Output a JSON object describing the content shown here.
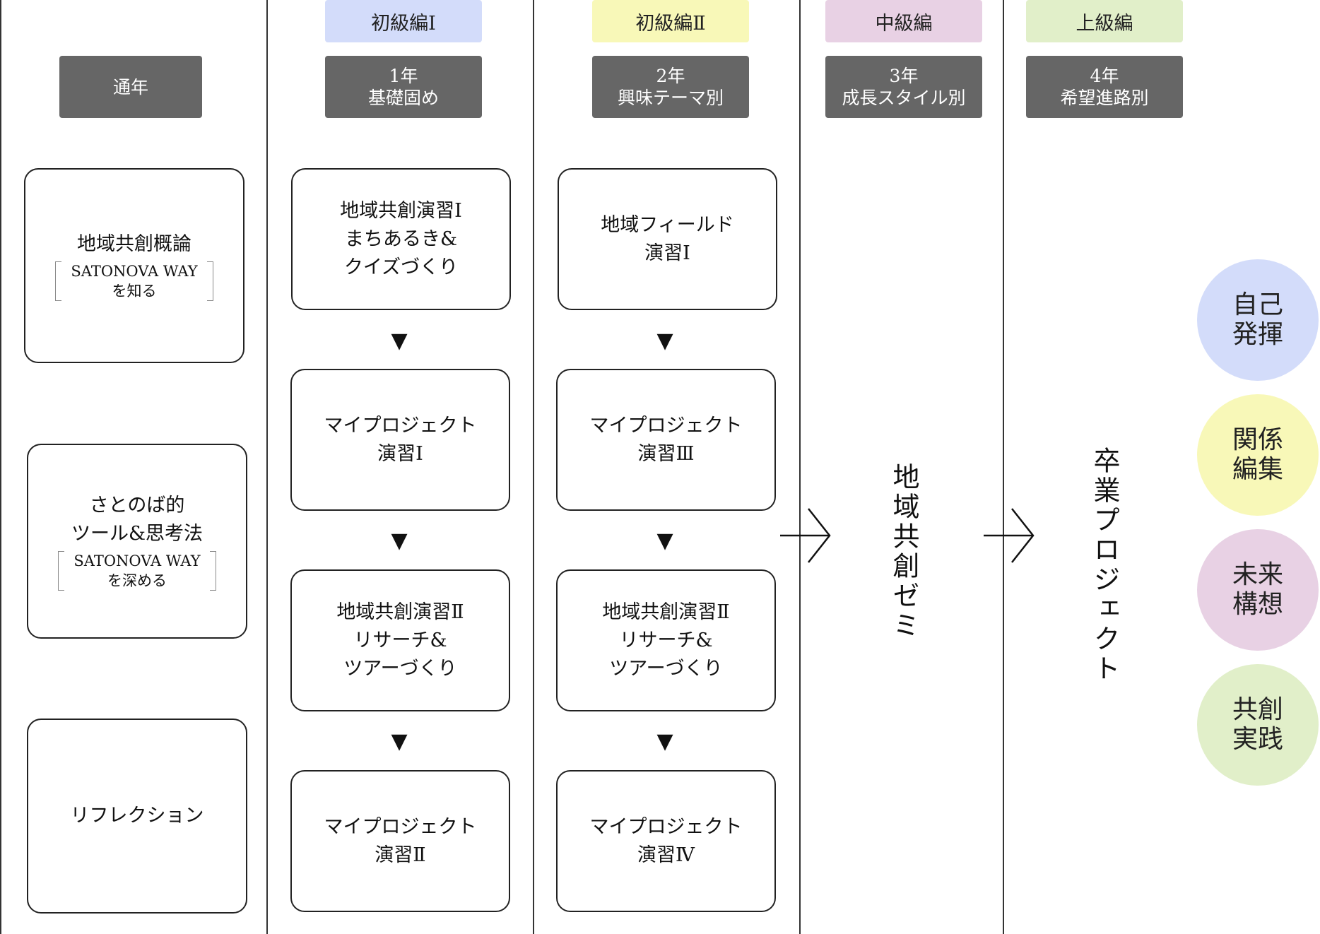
{
  "levels": [
    "初級編Ⅰ",
    "初級編Ⅱ",
    "中級編",
    "上級編"
  ],
  "level_colors": [
    "#d3dcfa",
    "#f8f8b8",
    "#e8d1e4",
    "#e1efc9"
  ],
  "year_boxes": [
    {
      "line1": "通年",
      "line2": ""
    },
    {
      "line1": "1年",
      "line2": "基礎固め"
    },
    {
      "line1": "2年",
      "line2": "興味テーマ別"
    },
    {
      "line1": "3年",
      "line2": "成長スタイル別"
    },
    {
      "line1": "4年",
      "line2": "希望進路別"
    }
  ],
  "col0": [
    {
      "title1": "地域共創概論",
      "title2": "",
      "note1": "SATONOVA WAY",
      "note2": "を知る"
    },
    {
      "title1": "さとのば的",
      "title2": "ツール&思考法",
      "note1": "SATONOVA WAY",
      "note2": "を深める"
    },
    {
      "title1": "リフレクション",
      "title2": "",
      "note1": "",
      "note2": ""
    }
  ],
  "col1": [
    {
      "l1": "地域共創演習Ⅰ",
      "l2": "まちあるき&",
      "l3": "クイズづくり"
    },
    {
      "l1": "マイプロジェクト",
      "l2": "演習Ⅰ",
      "l3": ""
    },
    {
      "l1": "地域共創演習Ⅱ",
      "l2": "リサーチ&",
      "l3": "ツアーづくり"
    },
    {
      "l1": "マイプロジェクト",
      "l2": "演習Ⅱ",
      "l3": ""
    }
  ],
  "col2": [
    {
      "l1": "地域フィールド",
      "l2": "演習Ⅰ",
      "l3": ""
    },
    {
      "l1": "マイプロジェクト",
      "l2": "演習Ⅲ",
      "l3": ""
    },
    {
      "l1": "地域共創演習Ⅱ",
      "l2": "リサーチ&",
      "l3": "ツアーづくり"
    },
    {
      "l1": "マイプロジェクト",
      "l2": "演習Ⅳ",
      "l3": ""
    }
  ],
  "flow_arrow": "▼",
  "seminar": "地域共創ゼミ",
  "graduation": "卒業プロジェクト",
  "circles": [
    {
      "l1": "自己",
      "l2": "発揮",
      "color": "#d3dcfa"
    },
    {
      "l1": "関係",
      "l2": "編集",
      "color": "#f8f8b8"
    },
    {
      "l1": "未来",
      "l2": "構想",
      "color": "#e8d1e4"
    },
    {
      "l1": "共創",
      "l2": "実践",
      "color": "#e1efc9"
    }
  ]
}
